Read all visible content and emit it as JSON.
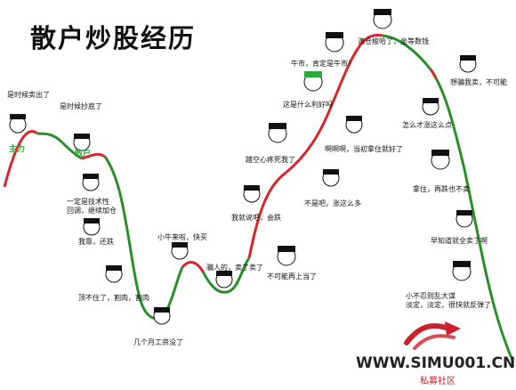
{
  "title": "散户炒股经历",
  "labels": {
    "retail_sold_top": "是时候卖出了",
    "retail_buy_bottom": "是时候抄底了",
    "main_force": "主力",
    "retail": "散户",
    "technical_pullback": "一定是技术性\n回调，继续加仓",
    "i_hold": "我靠，还跌",
    "cant_hold": "顶不住了，割肉，割肉",
    "months_salary": "几个月工资没了",
    "bull_coming": "小牛来啦，快买",
    "cheated_sold": "骗人的，卖了卖了",
    "told_you": "我就说吧，会跌",
    "regret_short": "踏空心疼死我了",
    "cant_rise": "不可能再上当了",
    "not_rising_much": "不是吧，涨这么多",
    "what_is_this": "这是什么利好吗",
    "ah_ah": "啊啊啊，当初拿住就好了",
    "bull_market": "牛市，肯定是牛市！",
    "full_position": "满仓梭哈了，坐等数钱",
    "want_sell": "想骗我卖，不可能",
    "why_so_little": "怎么才涨这么点",
    "hold_fall_no_sell": "拿住，再跌也不卖",
    "should_have_sold": "早知道就全卖了啊",
    "small_dont_panic": "小不忍则乱大谋\n淡定，淡定，很快就反弹了"
  },
  "watermark": {
    "site": "WWW.SIMU001.CN",
    "sub": "私募社区"
  },
  "colors": {
    "curve_red": "#d9262e",
    "curve_green": "#2a8f2a",
    "label_green": "#2fa83a",
    "logo_red": "#c8232c"
  },
  "icons": [
    "meme-face-icon",
    "logo-arrow-icon"
  ]
}
